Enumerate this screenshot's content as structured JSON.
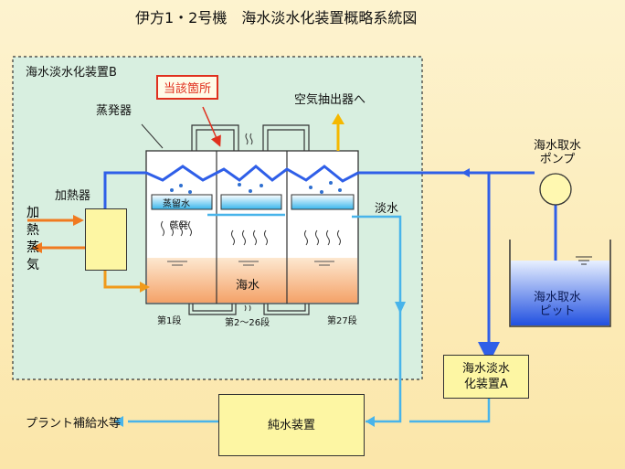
{
  "title": "伊方1・2号機　海水淡水化装置概略系統図",
  "unit_b_label": "海水淡水化装置B",
  "callout_label": "当該箇所",
  "evaporator_label": "蒸発器",
  "air_ejector_label": "空気抽出器へ",
  "heater_label": "加熱器",
  "heating_steam_label": "加熱蒸気",
  "distilled_water_label": "蒸留水",
  "evaporation_label": "蒸発",
  "seawater_label": "海水",
  "freshwater_label": "淡水",
  "stage_labels": [
    "第1段",
    "第2～26段",
    "第27段"
  ],
  "pump_label": "海水取水ポンプ",
  "pit_label": "海水取水ピット",
  "unit_a_label": "海水淡水化装置A",
  "pure_water_label": "純水装置",
  "makeup_label": "プラント補給水等",
  "colors": {
    "brine_line": "#2f5fe8",
    "steam_line": "#f09a1a",
    "freshwater_line": "#48b4ea",
    "callout": "#e0301e"
  }
}
